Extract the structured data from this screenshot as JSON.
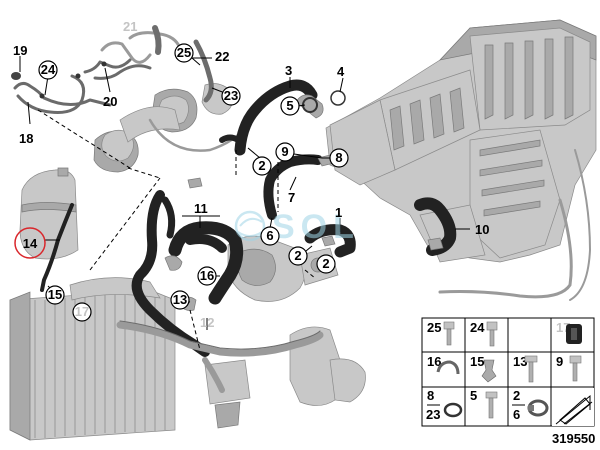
{
  "diagram": {
    "part_labels": {
      "p1": "1",
      "p2a": "2",
      "p2b": "2",
      "p2c": "2",
      "p3": "3",
      "p4": "4",
      "p5": "5",
      "p6": "6",
      "p7": "7",
      "p8": "8",
      "p9": "9",
      "p10": "10",
      "p11": "11",
      "p12": "12",
      "p13": "13",
      "p14": "14",
      "p15": "15",
      "p16": "16",
      "p17": "17",
      "p18": "18",
      "p19": "19",
      "p20": "20",
      "p21": "21",
      "p22": "22",
      "p23": "23",
      "p24": "24",
      "p25": "25"
    },
    "legend": {
      "c25": "25",
      "c24": "24",
      "c17": "17",
      "c16": "16",
      "c15": "15",
      "c13": "13",
      "c9": "9",
      "c8": "8",
      "c23": "23",
      "c5": "5",
      "c2": "2",
      "c6": "6"
    },
    "diagram_number": "319550",
    "watermark": "SOL",
    "colors": {
      "highlight": "#d9262b",
      "ghost": "#c4c4c4",
      "watermark": "#9fd4e6"
    }
  }
}
